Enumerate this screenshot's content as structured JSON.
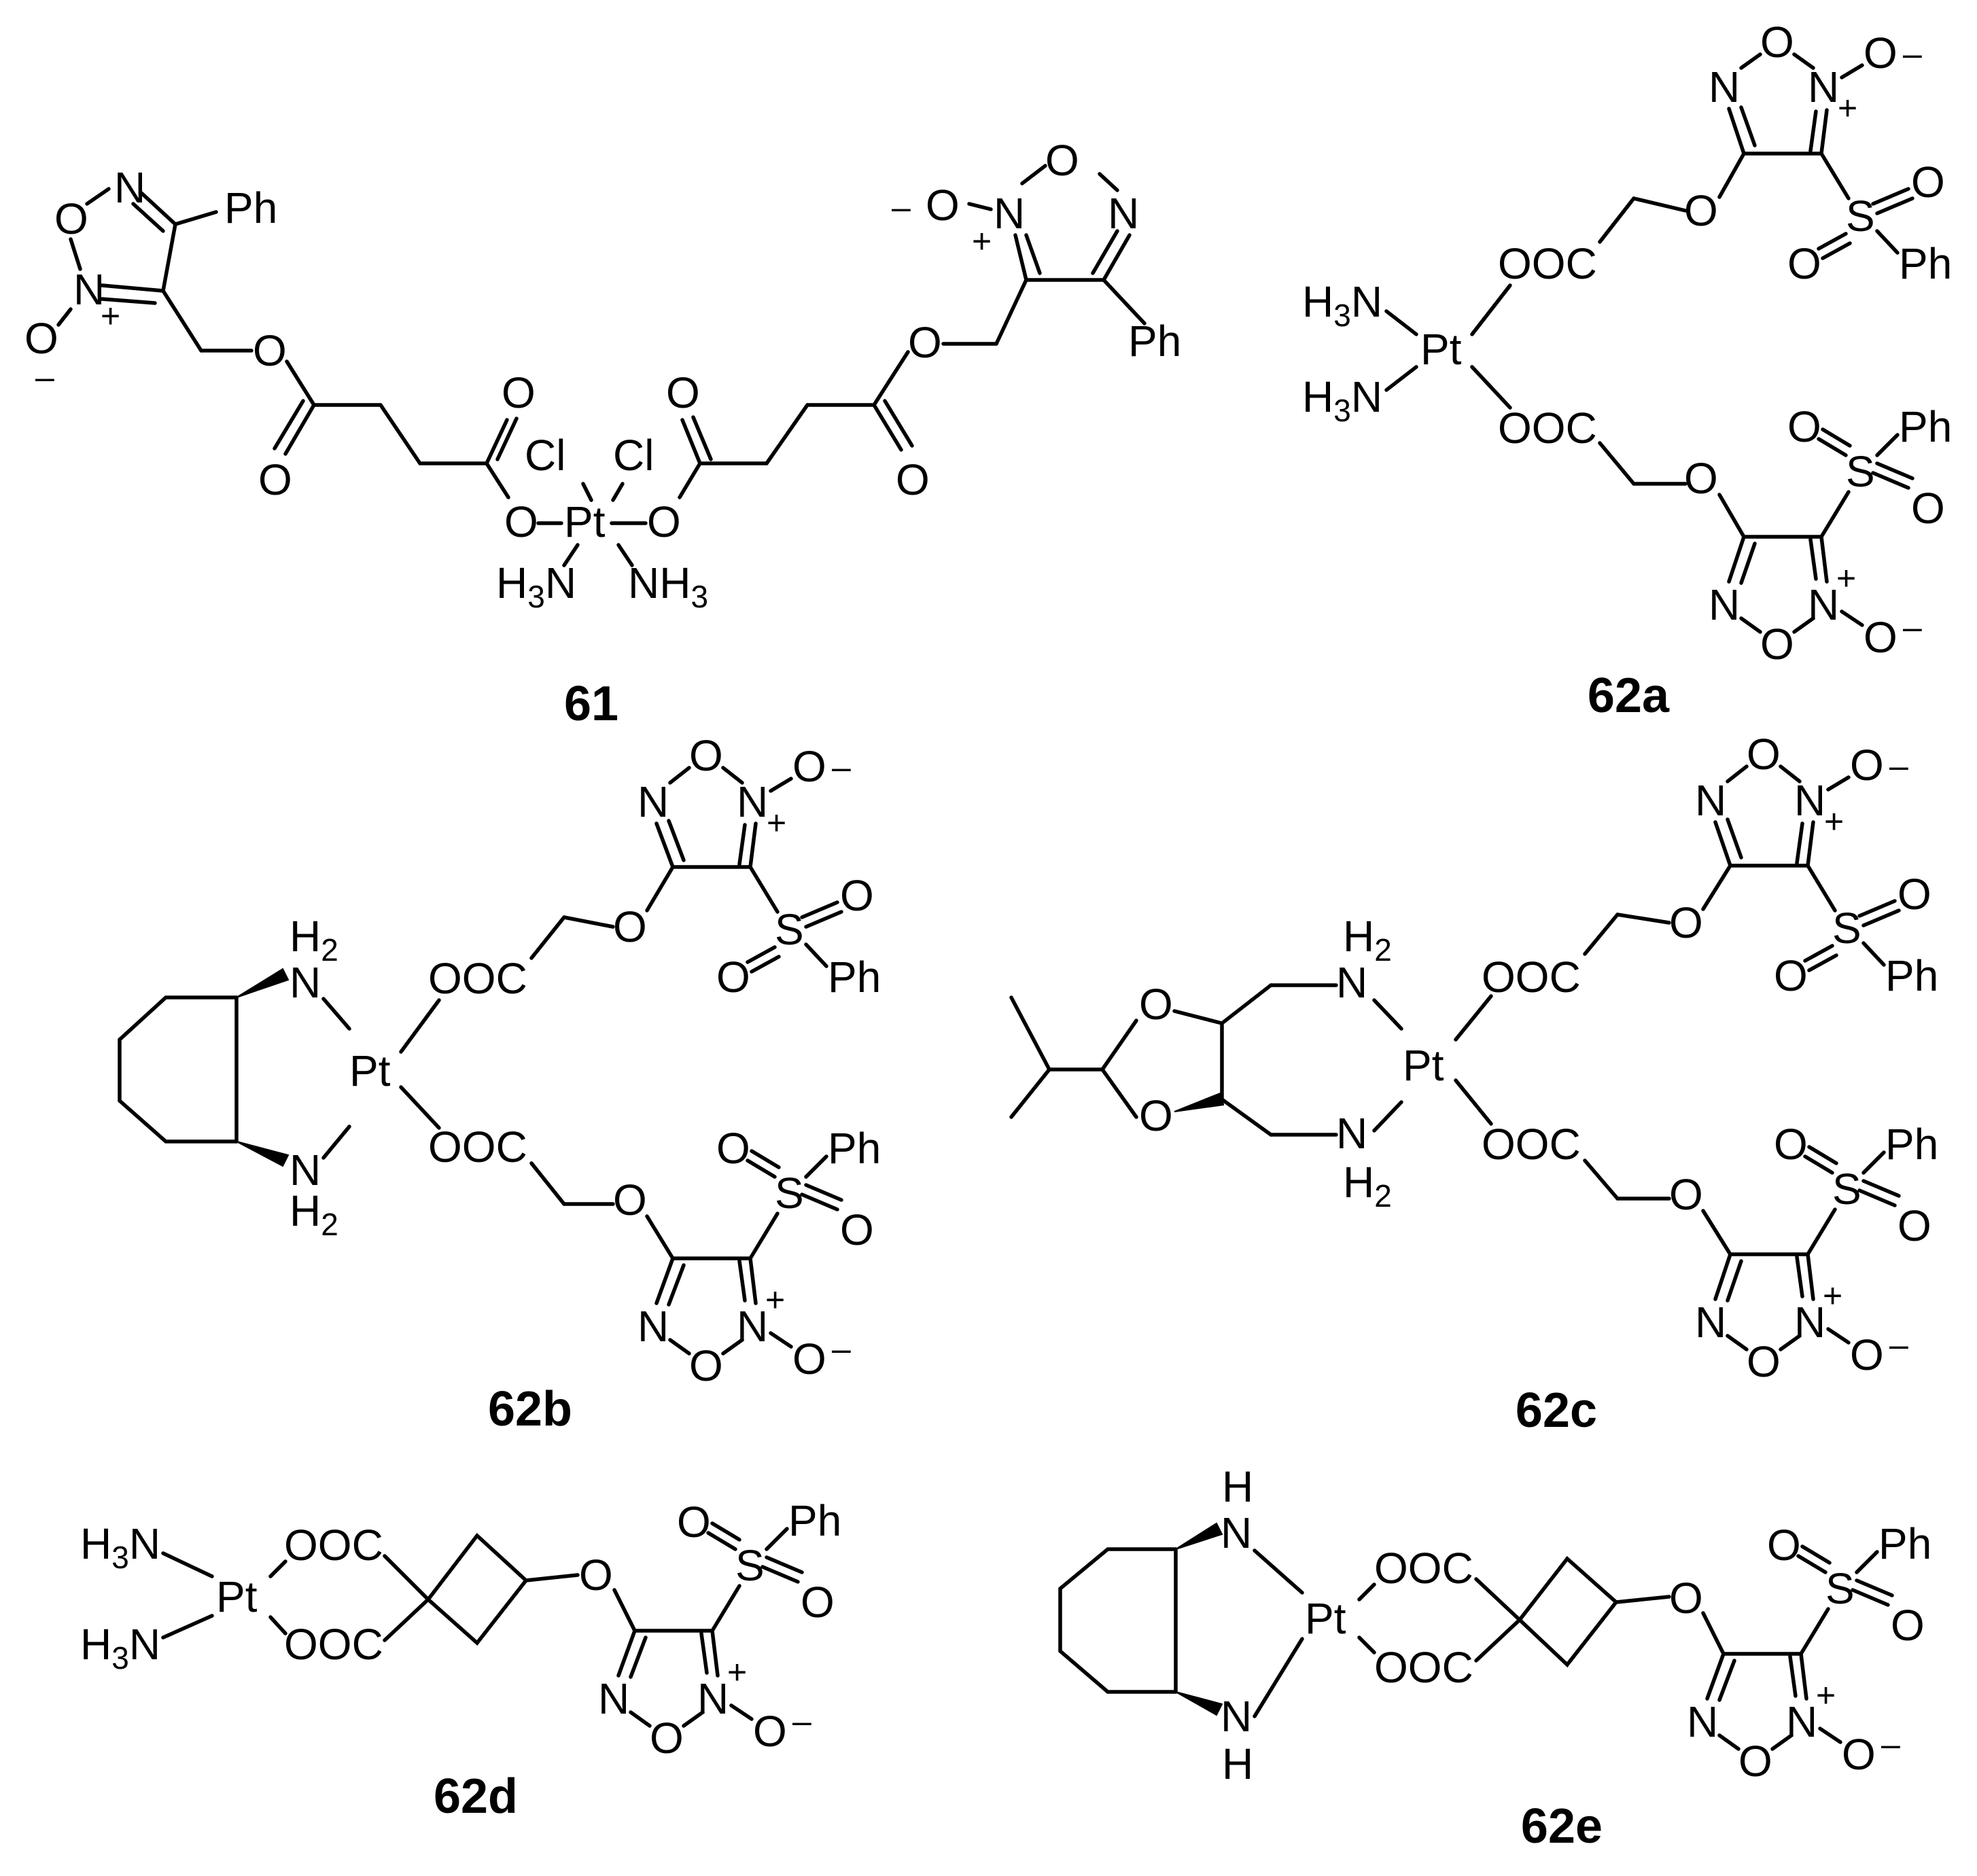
{
  "compounds": [
    {
      "id": "61"
    },
    {
      "id": "62a"
    },
    {
      "id": "62b"
    },
    {
      "id": "62c"
    },
    {
      "id": "62d"
    },
    {
      "id": "62e"
    }
  ]
}
